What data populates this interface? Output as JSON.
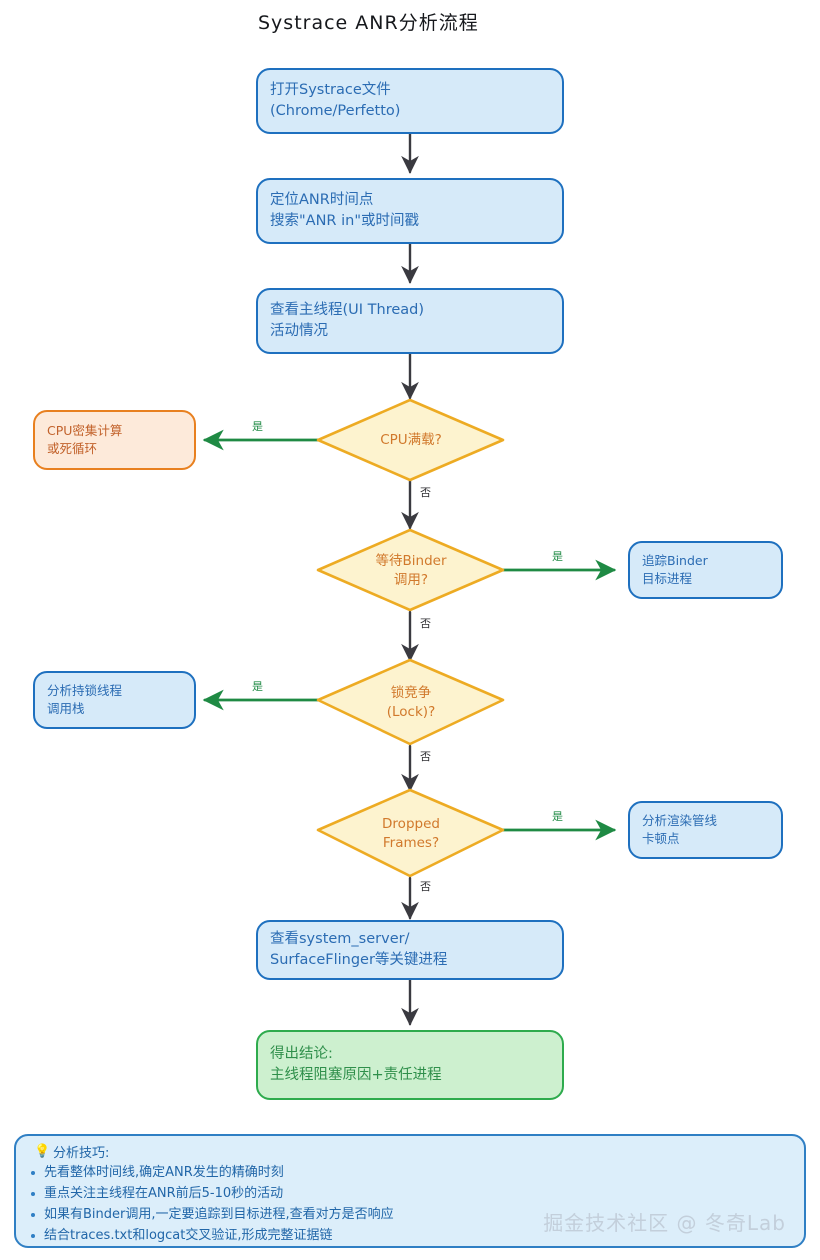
{
  "title": "Systrace ANR分析流程",
  "colors": {
    "blue_fill": "#d6eaf9",
    "blue_stroke": "#1e70bf",
    "blue_text": "#2b6cb3",
    "orange_fill": "#fdeada",
    "orange_stroke": "#e8801f",
    "orange_text": "#c2622b",
    "green_fill": "#cdf0cf",
    "green_stroke": "#2eab4d",
    "green_text": "#2f8f4b",
    "diamond_fill": "#fdf3cf",
    "diamond_stroke": "#edab23",
    "diamond_text": "#d1792c",
    "arrow_yes": "#1f8a44",
    "arrow_flow": "#3a3a40",
    "tips_fill": "#dceefa",
    "tips_stroke": "#2f7fc4",
    "tips_text": "#2166a8",
    "watermark": "#c3cfdb"
  },
  "nodes": {
    "open_file": {
      "line1": "打开Systrace文件",
      "line2": "(Chrome/Perfetto)"
    },
    "locate_anr": {
      "line1": "定位ANR时间点",
      "line2": "搜索\"ANR in\"或时间戳"
    },
    "main_thread": {
      "line1": "查看主线程(UI Thread)",
      "line2": "活动情况"
    },
    "cpu_decision": {
      "line1": "CPU满载?",
      "line2": ""
    },
    "cpu_result": {
      "line1": "CPU密集计算",
      "line2": "或死循环"
    },
    "binder_decision": {
      "line1": "等待Binder",
      "line2": "调用?"
    },
    "binder_result": {
      "line1": "追踪Binder",
      "line2": "目标进程"
    },
    "lock_decision": {
      "line1": "锁竞争",
      "line2": "(Lock)?"
    },
    "lock_result": {
      "line1": "分析持锁线程",
      "line2": "调用栈"
    },
    "frames_decision": {
      "line1": "Dropped",
      "line2": "Frames?"
    },
    "frames_result": {
      "line1": "分析渲染管线",
      "line2": "卡顿点"
    },
    "key_process": {
      "line1": "查看system_server/",
      "line2": "SurfaceFlinger等关键进程"
    },
    "conclusion": {
      "line1": "得出结论:",
      "line2": "主线程阻塞原因+责任进程"
    }
  },
  "edge_labels": {
    "yes": "是",
    "no": "否"
  },
  "edges": [
    {
      "from": "open_file",
      "to": "locate_anr",
      "label": ""
    },
    {
      "from": "locate_anr",
      "to": "main_thread",
      "label": ""
    },
    {
      "from": "main_thread",
      "to": "cpu_decision",
      "label": ""
    },
    {
      "from": "cpu_decision",
      "to": "cpu_result",
      "label": "是"
    },
    {
      "from": "cpu_decision",
      "to": "binder_decision",
      "label": "否"
    },
    {
      "from": "binder_decision",
      "to": "binder_result",
      "label": "是"
    },
    {
      "from": "binder_decision",
      "to": "lock_decision",
      "label": "否"
    },
    {
      "from": "lock_decision",
      "to": "lock_result",
      "label": "是"
    },
    {
      "from": "lock_decision",
      "to": "frames_decision",
      "label": "否"
    },
    {
      "from": "frames_decision",
      "to": "frames_result",
      "label": "是"
    },
    {
      "from": "frames_decision",
      "to": "key_process",
      "label": "否"
    },
    {
      "from": "key_process",
      "to": "conclusion",
      "label": ""
    }
  ],
  "tips": {
    "icon": "lightbulb-icon",
    "heading": "分析技巧:",
    "items": [
      "先看整体时间线,确定ANR发生的精确时刻",
      "重点关注主线程在ANR前后5-10秒的活动",
      "如果有Binder调用,一定要追踪到目标进程,查看对方是否响应",
      "结合traces.txt和logcat交叉验证,形成完整证据链"
    ]
  },
  "watermark": "掘金技术社区 @ 冬奇Lab"
}
